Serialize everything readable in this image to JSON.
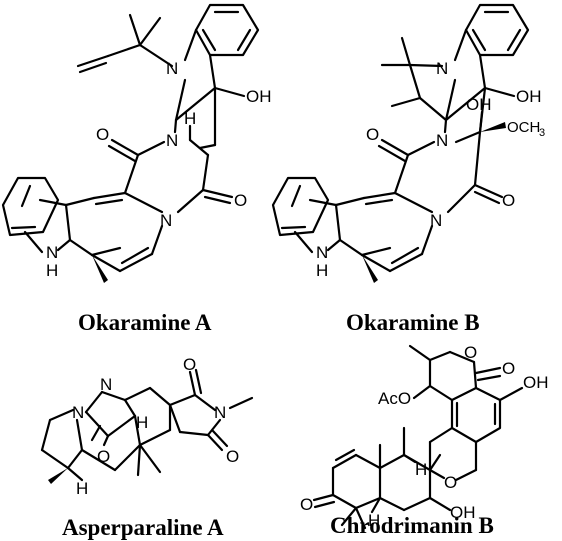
{
  "compounds": [
    {
      "name": "Okaramine A",
      "atoms": {
        "n1": "N",
        "n2": "N",
        "n3": "N",
        "nh_n": "N",
        "nh_h": "H",
        "h": "H",
        "oh": "OH",
        "o1": "O",
        "o2": "O"
      }
    },
    {
      "name": "Okaramine B",
      "atoms": {
        "n1": "N",
        "n2": "N",
        "n3": "N",
        "nh_n": "N",
        "nh_h": "H",
        "oh1": "OH",
        "oh2": "OH",
        "och3": "OCH",
        "och3_sub": "3",
        "o1": "O",
        "o2": "O"
      }
    },
    {
      "name": "Asperparaline A",
      "atoms": {
        "n1": "N",
        "n2": "N",
        "n3": "N",
        "h1": "H",
        "h2": "H",
        "o1": "O",
        "o2": "O",
        "o3": "O"
      }
    },
    {
      "name": "Chrodrimanin B",
      "atoms": {
        "aco": "AcO",
        "o_ring1": "O",
        "o_ring2": "O",
        "o_ketone": "O",
        "o_lactone": "O",
        "oh1": "OH",
        "oh2": "OH",
        "h1": "H",
        "h2": "H"
      }
    }
  ]
}
